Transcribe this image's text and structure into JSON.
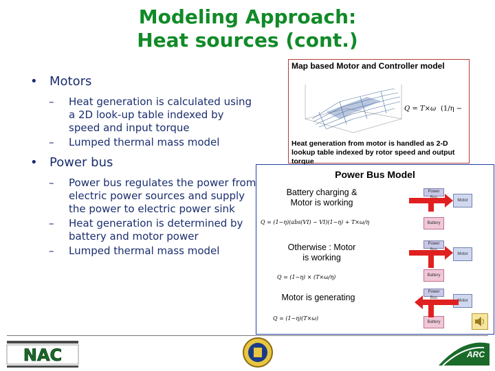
{
  "title_line1": "Modeling Approach:",
  "title_line2": "Heat sources (cont.)",
  "bullets": [
    {
      "label": "Motors",
      "subs": [
        "Heat generation is calculated using a 2D look-up table indexed by speed and input torque",
        "Lumped thermal mass model"
      ]
    },
    {
      "label": "Power bus",
      "subs": [
        "Power bus regulates the power from electric power sources and supply the power to electric power sink",
        "Heat generation is determined by battery and motor power",
        "Lumped thermal mass model"
      ]
    }
  ],
  "figure_motor": {
    "header": "Map based Motor and Controller model",
    "caption": "Heat generation from motor is handled as 2-D lookup table indexed by rotor speed and output torque"
  },
  "figure_bus": {
    "header": "Power Bus Model",
    "case1": "Battery charging & Motor is working",
    "case2": "Otherwise : Motor is working",
    "case3": "Motor is generating",
    "box_power_bus": "Power Bus",
    "box_motor": "Motor",
    "box_battery": "Battery"
  },
  "footer": {
    "left_logo": "NAC",
    "right_logo": "ARC"
  },
  "colors": {
    "title": "#118a28",
    "body_text": "#1a2d6e",
    "arrow": "#e02020"
  }
}
